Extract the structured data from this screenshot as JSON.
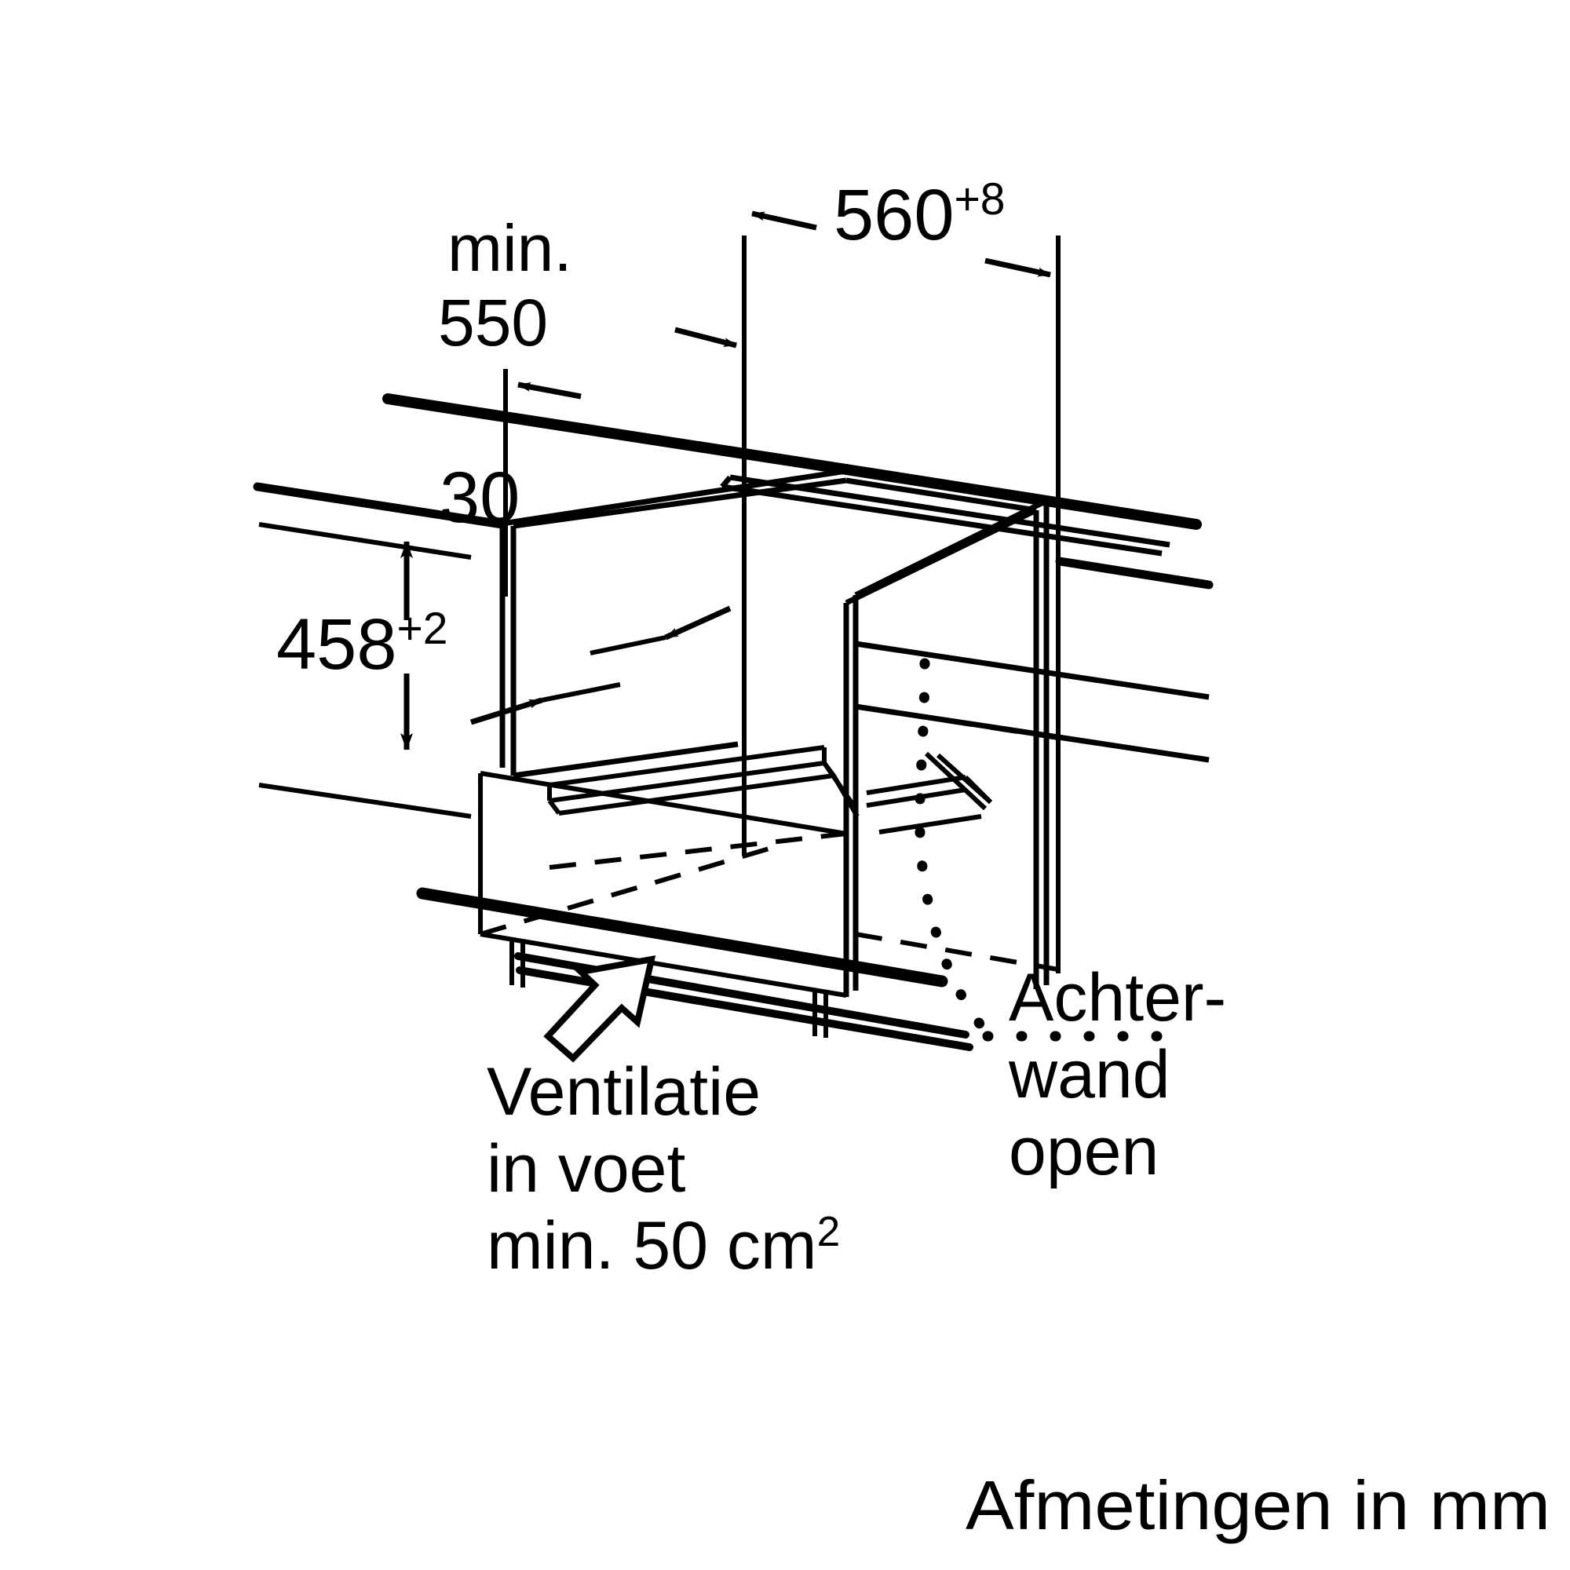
{
  "diagram": {
    "title_caption": "Afmetingen in mm",
    "dimensions": {
      "niche_depth_min": {
        "label": "min.",
        "value": "550",
        "name": "min-550"
      },
      "niche_width": {
        "value": "560",
        "tolerance": "+8",
        "name": "560-plus-8"
      },
      "niche_height": {
        "value": "458",
        "tolerance": "+2",
        "name": "458-plus-2"
      },
      "front_gap": {
        "value": "30",
        "name": "30"
      }
    },
    "annotations": {
      "ventilation": {
        "line1": "Ventilatie",
        "line2": "in voet",
        "line3_prefix": "min. 50 cm",
        "line3_sup": "2"
      },
      "back_wall": {
        "line1": "Achter-",
        "line2": "wand",
        "line3": "open"
      }
    },
    "colors": {
      "ink": "#000000",
      "paper": "#ffffff"
    }
  }
}
